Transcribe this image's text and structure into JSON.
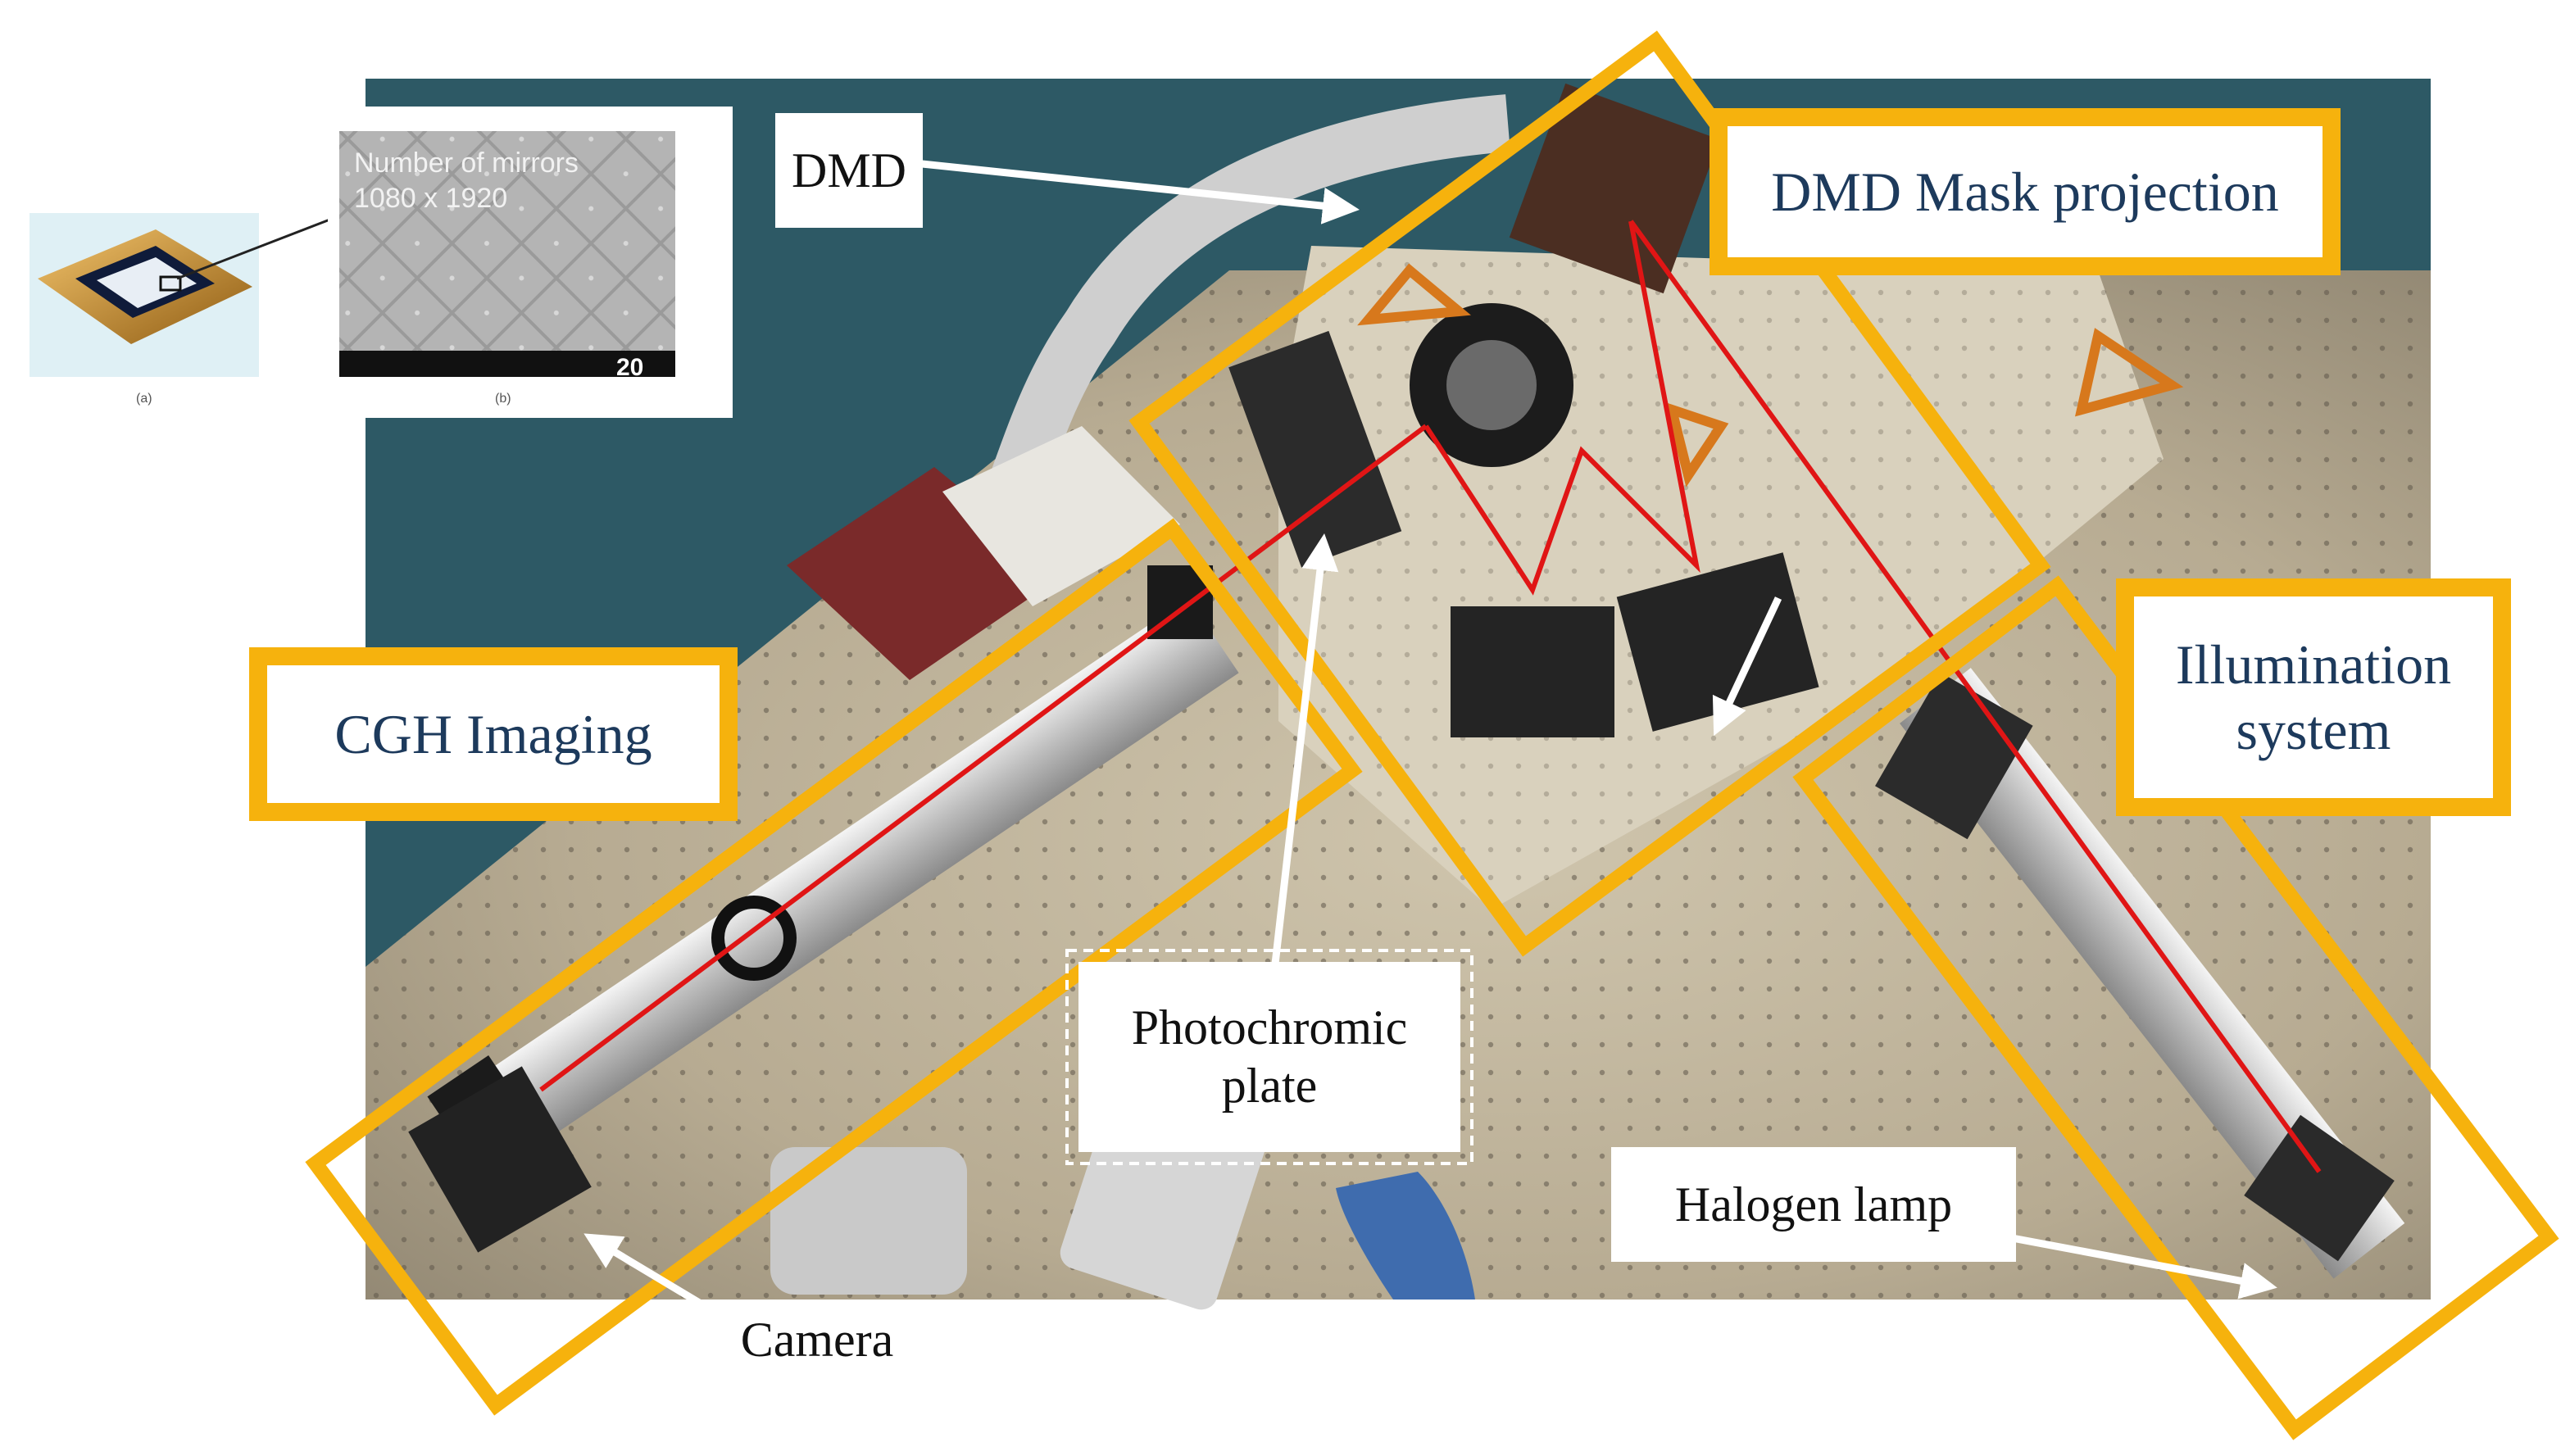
{
  "labels": {
    "dmd": "DMD",
    "dmd_mask_projection": "DMD Mask projection",
    "cgh_imaging": "CGH Imaging",
    "illumination_line1": "Illumination",
    "illumination_line2": "system",
    "photochromic_line1": "Photochromic",
    "photochromic_line2": "plate",
    "halogen_lamp": "Halogen lamp",
    "camera": "Camera"
  },
  "inset": {
    "mirror_line1": "Number of mirrors",
    "mirror_line2": "1080 x 1920",
    "scale_value": "20",
    "caption_a": "(a)",
    "caption_b": "(b)"
  },
  "colors": {
    "highlight_box": "#f6b20d",
    "laser_path": "#e01515",
    "label_text": "#1d3a5c",
    "arrow": "#ffffff"
  }
}
